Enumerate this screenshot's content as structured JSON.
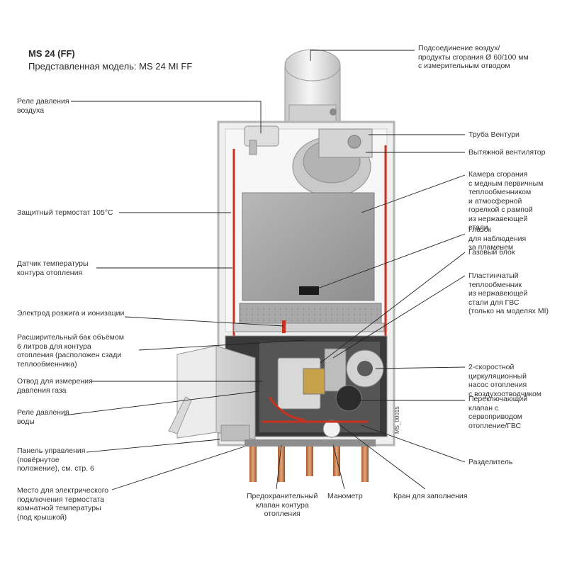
{
  "header": {
    "model": "MS 24 (FF)",
    "presented_model": "Представленная модель: MS 24 MI FF"
  },
  "labels_left": [
    "Реле давления\nвоздуха",
    "Защитный термостат 105°C",
    "Датчик температуры\nконтура отопления",
    "Электрод розжига и ионизации",
    "Расширительный бак объёмом\n6 литров для контура\nотопления (расположен сзади\nтеплообменника)",
    "Отвод для измерения\nдавления газа",
    "Реле давления\nводы",
    "Панель управления\n(повёрнутое\nположение), см. стр. 6",
    "Место для электрического\nподключения термостата\nкомнатной температуры\n(под крышкой)"
  ],
  "labels_right": [
    "Подсоединение воздух/\nпродукты сгорания Ø 60/100 мм\nс измерительным отводом",
    "Труба Вентури",
    "Вытяжной вентилятор",
    "Камера сгорания\nс медным первичным\nтеплообменником\nи атмосферной\nгорелкой с рампой\nиз нержавеющей\nстали",
    "Глазок\nдля наблюдения\nза пламенем",
    "Газовый блок",
    "Пластинчатый\nтеплообменник\nиз нержавеющей\nстали для ГВС\n(только на моделях MI)",
    "2-скоростной\nциркуляционный\nнасос отопления\nс воздухоотводчиком",
    "Переключающий\nклапан с\nсервоприводом\nотопление/ГВС",
    "Разделитель"
  ],
  "labels_bottom": [
    "Предохранительный\nклапан контура\nотопления",
    "Манометр",
    "Кран для заполнения"
  ],
  "image_code": "MS_00015",
  "colors": {
    "pipe_red": "#c8321e",
    "copper": "#c87a4a",
    "panel_grey": "#a8a8a8",
    "frame": "#d8d8d8",
    "leader": "#222222"
  }
}
